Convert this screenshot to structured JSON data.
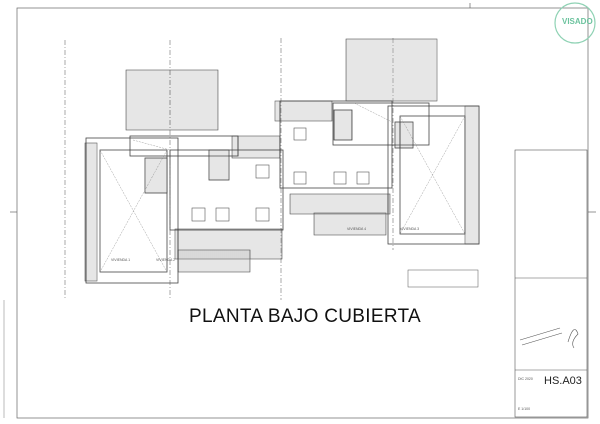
{
  "drawing": {
    "title": "PLANTA BAJO CUBIERTA",
    "sheet_code": "HS.A03",
    "stamp_text": "VISADO",
    "labels": {
      "vivienda_1": "VIVIENDA 1",
      "vivienda_2": "VIVIENDA 2",
      "vivienda_3": "VIVIENDA 3",
      "vivienda_4": "VIVIENDA 4"
    },
    "title_block": {
      "date": "DIC 2020",
      "scale": "E 1/100"
    },
    "colors": {
      "lines": "#555555",
      "stamp": "#7cc9a8",
      "accent": "#d9b24a"
    }
  }
}
